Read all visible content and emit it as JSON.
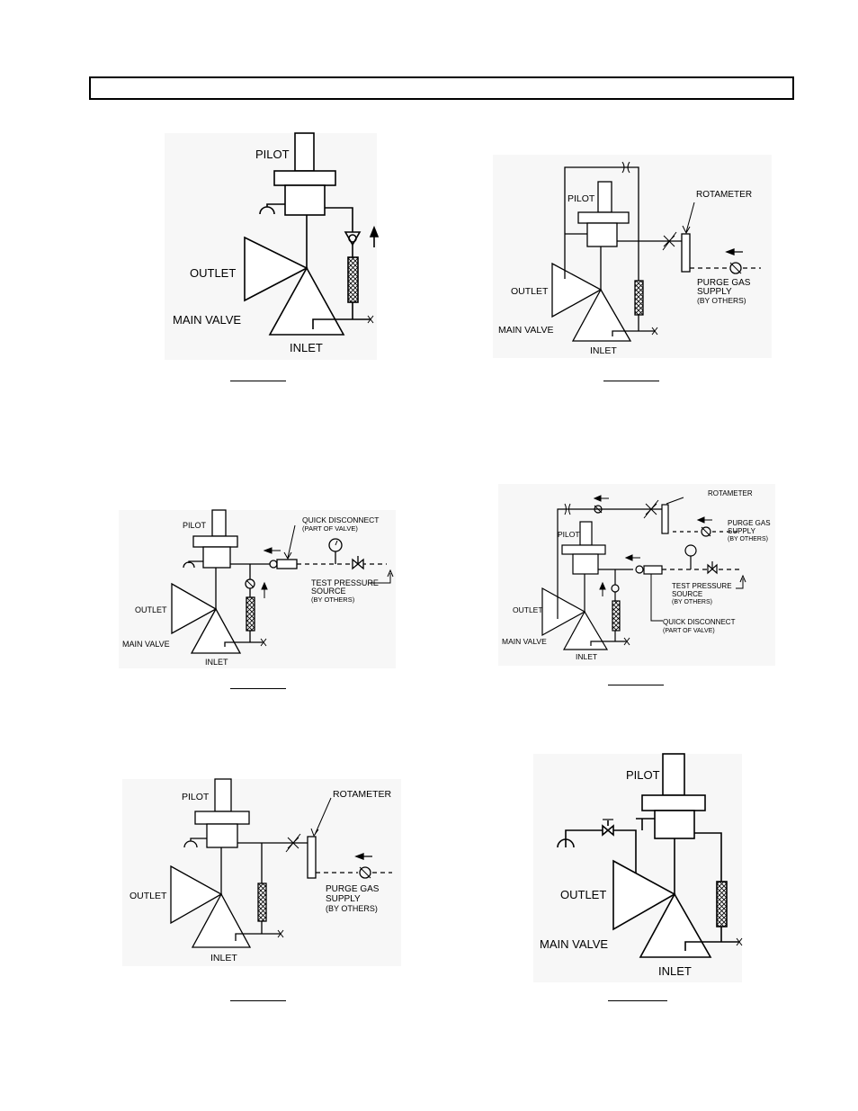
{
  "header": {
    "title": ""
  },
  "labels": {
    "pilot": "PILOT",
    "outlet": "OUTLET",
    "main_valve": "MAIN VALVE",
    "inlet": "INLET",
    "rotameter": "ROTAMETER",
    "purge_1": "PURGE GAS",
    "purge_2": "SUPPLY",
    "purge_3": "(BY OTHERS)",
    "qd_1": "QUICK DISCONNECT",
    "qd_2": "(PART OF VALVE)",
    "tps_1": "TEST PRESSURE",
    "tps_2": "SOURCE",
    "tps_3": "(BY OTHERS)"
  },
  "figures": [
    {
      "id": "fig-1",
      "caption": ""
    },
    {
      "id": "fig-2",
      "caption": ""
    },
    {
      "id": "fig-3",
      "caption": ""
    },
    {
      "id": "fig-4",
      "caption": ""
    },
    {
      "id": "fig-5",
      "caption": ""
    },
    {
      "id": "fig-6",
      "caption": ""
    }
  ]
}
